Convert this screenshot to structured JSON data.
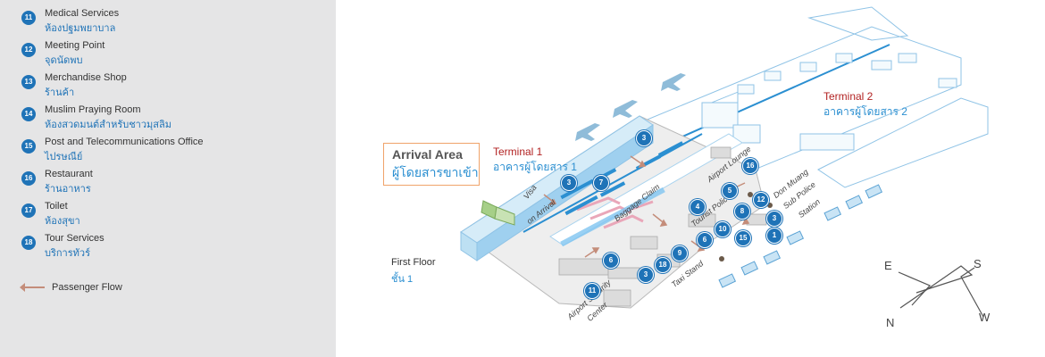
{
  "legend": {
    "items": [
      {
        "num": "11",
        "en": "Medical Services",
        "th": "ห้องปฐมพยาบาล"
      },
      {
        "num": "12",
        "en": "Meeting Point",
        "th": "จุดนัดพบ"
      },
      {
        "num": "13",
        "en": "Merchandise Shop",
        "th": "ร้านค้า"
      },
      {
        "num": "14",
        "en": "Muslim Praying Room",
        "th": "ห้องสวดมนต์สำหรับชาวมุสลิม"
      },
      {
        "num": "15",
        "en": "Post and Telecommunications Office",
        "th": "ไปรษณีย์"
      },
      {
        "num": "16",
        "en": "Restaurant",
        "th": "ร้านอาหาร"
      },
      {
        "num": "17",
        "en": "Toilet",
        "th": "ห้องสุขา"
      },
      {
        "num": "18",
        "en": "Tour Services",
        "th": "บริการทัวร์"
      }
    ],
    "flow_label": "Passenger Flow"
  },
  "map": {
    "arrival_area": {
      "en": "Arrival Area",
      "th": "ผู้โดยสารขาเข้า"
    },
    "terminal1": {
      "en": "Terminal 1",
      "th": "อาคารผู้โดยสาร 1"
    },
    "terminal2": {
      "en": "Terminal 2",
      "th": "อาคารผู้โดยสาร 2"
    },
    "floor": {
      "en": "First Floor",
      "th": "ชั้น 1"
    },
    "labels": {
      "visa": "Visa",
      "on_arrival": "on Arrival",
      "baggage_claim": "Baggage Claim",
      "airport_lounge": "Airport Lounge",
      "tourist_police": "Tourist Police",
      "don_muang": "Don Muang",
      "sub_police": "Sub Police",
      "station": "Station",
      "taxi_stand": "Taxi Stand",
      "airport_security": "Airport Security",
      "center": "Center"
    },
    "pins": [
      "3",
      "3",
      "7",
      "16",
      "5",
      "12",
      "4",
      "8",
      "3",
      "10",
      "1",
      "6",
      "15",
      "9",
      "18",
      "3",
      "6",
      "11"
    ],
    "compass": {
      "e": "E",
      "s": "S",
      "n": "N",
      "w": "W"
    }
  },
  "colors": {
    "pin": "#1f73b7",
    "terminal_label": "#b22222",
    "thai_text": "#2b8fd1",
    "arrival_border": "#f0a36a",
    "flow_arrow": "#c48d7a"
  }
}
